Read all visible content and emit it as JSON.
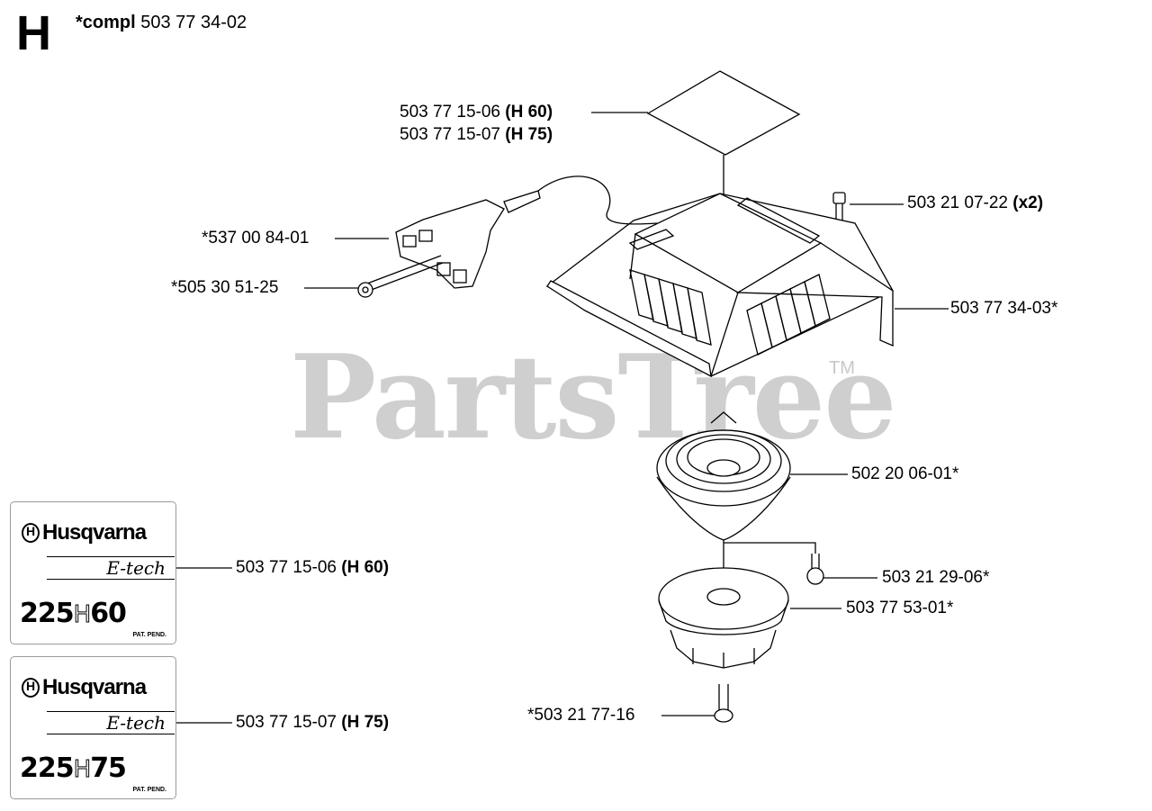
{
  "header": {
    "section_letter": "H",
    "compl_prefix": "*compl",
    "compl_number": "503 77 34-02"
  },
  "watermark": {
    "text": "PartsTree",
    "trademark": "TM"
  },
  "callouts": {
    "decal_h60_top": {
      "number": "503 77 15-06",
      "suffix": "(H 60)"
    },
    "decal_h75_top": {
      "number": "503 77 15-07",
      "suffix": "(H 75)"
    },
    "screw_top": {
      "number": "503 21 07-22",
      "suffix": "(x2)"
    },
    "starter_handle": {
      "number": "*537 00 84-01"
    },
    "rope_clip": {
      "number": "*505 30 51-25"
    },
    "starter_housing": {
      "number": "503 77 34-03*"
    },
    "rewind_spring": {
      "number": "502 20 06-01*"
    },
    "screw_mid": {
      "number": "503 21 29-06*"
    },
    "pulley": {
      "number": "503 77 53-01*"
    },
    "screw_bottom": {
      "number": "*503 21 77-16"
    },
    "decal_h60_side": {
      "number": "503 77 15-06",
      "suffix": "(H 60)"
    },
    "decal_h75_side": {
      "number": "503 77 15-07",
      "suffix": "(H 75)"
    }
  },
  "decals": [
    {
      "brand": "Husqvarna",
      "series": "E-tech",
      "model_prefix": "225",
      "model_letter": "H",
      "model_suffix": "60",
      "note": "PAT. PEND."
    },
    {
      "brand": "Husqvarna",
      "series": "E-tech",
      "model_prefix": "225",
      "model_letter": "H",
      "model_suffix": "75",
      "note": "PAT. PEND."
    }
  ]
}
